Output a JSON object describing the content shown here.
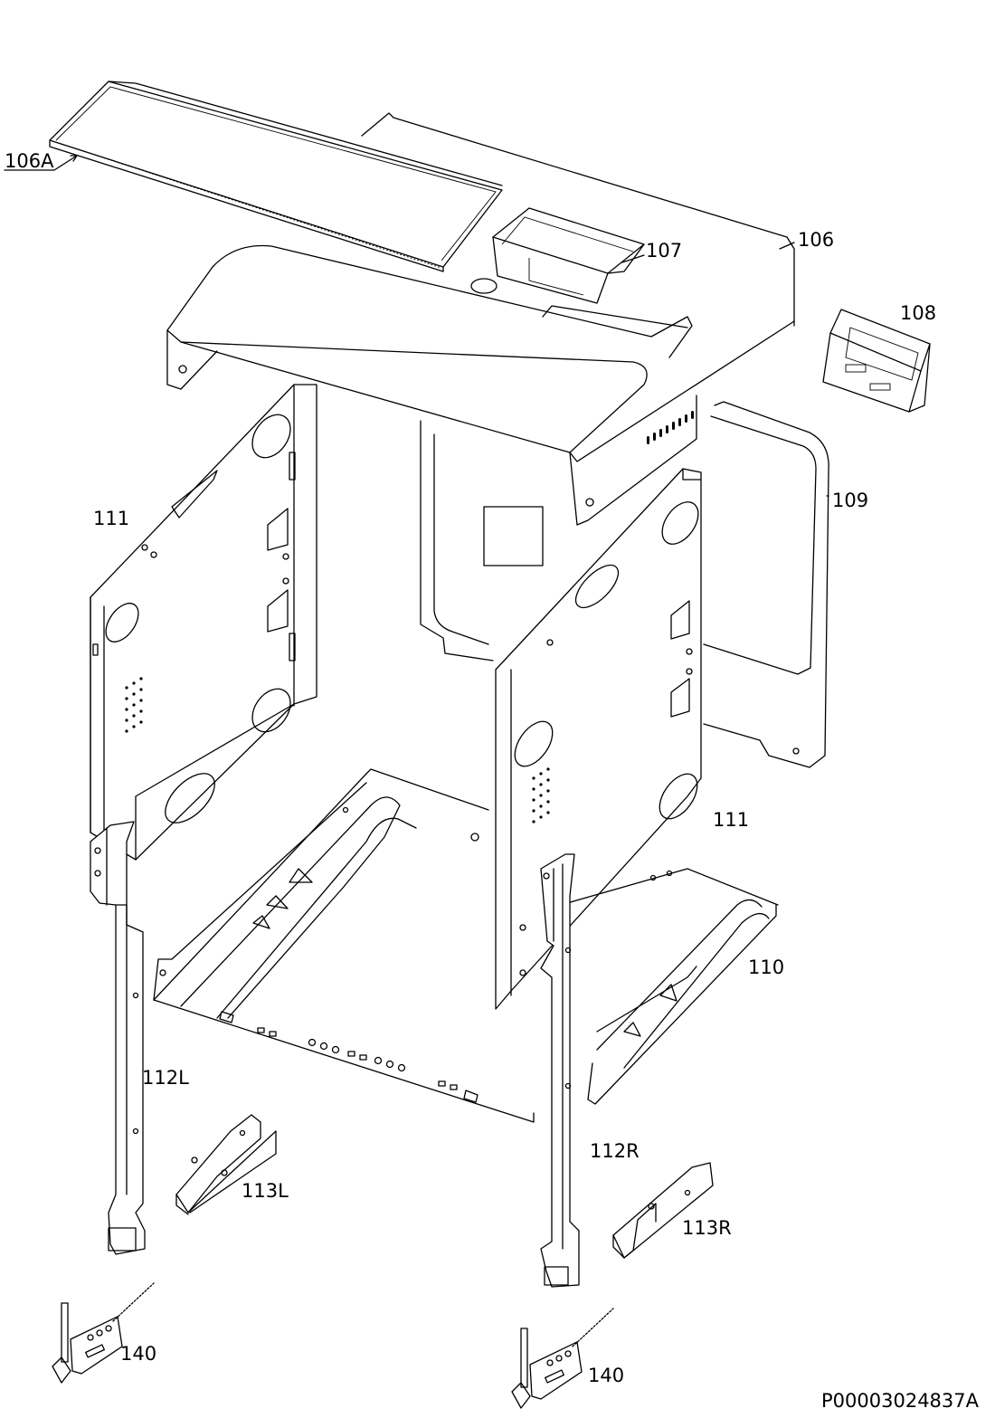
{
  "labels": {
    "p106A": "106A",
    "p106": "106",
    "p107": "107",
    "p108": "108",
    "p109": "109",
    "p111_left": "111",
    "p111_right": "111",
    "p110": "110",
    "p112L": "112L",
    "p112R": "112R",
    "p113L": "113L",
    "p113R": "113R",
    "p140_left": "140",
    "p140_right": "140"
  },
  "drawing_id": "P00003024837A"
}
